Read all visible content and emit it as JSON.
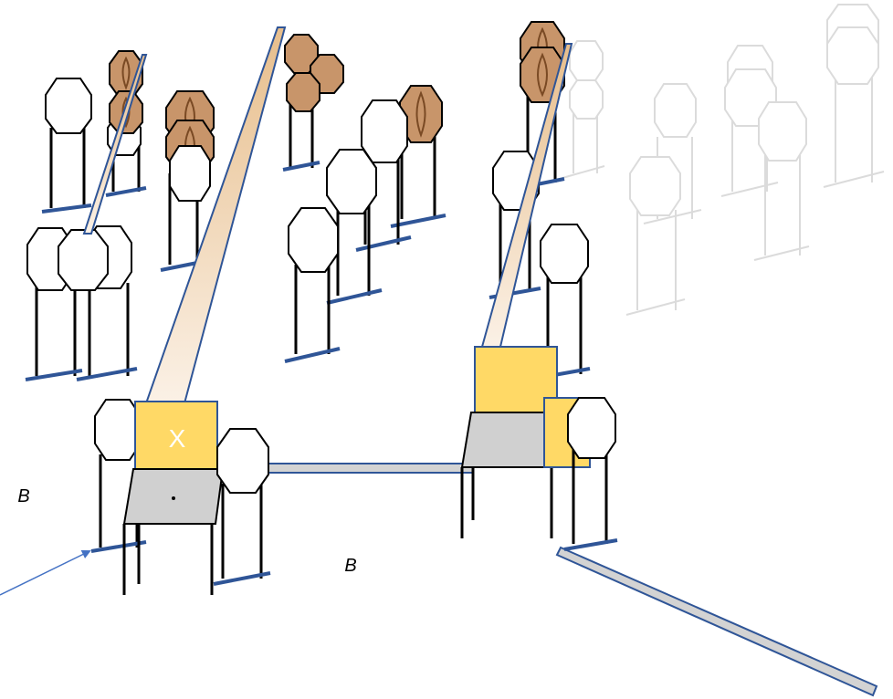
{
  "labels": {
    "x_marker": "X",
    "b_left": "B",
    "b_center": "B"
  },
  "colors": {
    "no_shoot": "#ffffff",
    "shoot_target": "#c8956a",
    "shoot_ring": "#7a4a24",
    "fault_line": "#d3d3d3",
    "fault_line_border": "#2f4f8f",
    "shooting_box": "#ffd966",
    "shooting_box_border": "#2f5597",
    "table_top": "#d0d0d0",
    "stand": "#000000",
    "stand_base": "#2f5597",
    "faded": "#d8d8d8",
    "arrow": "#4472c4"
  }
}
